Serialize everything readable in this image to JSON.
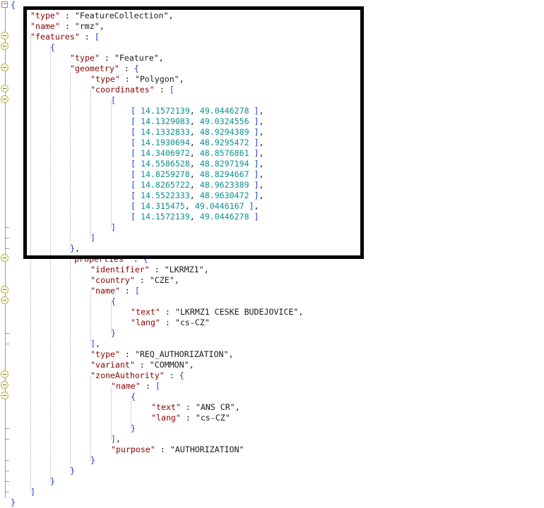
{
  "document": {
    "type_key": "\"type\"",
    "type_value": "\"FeatureCollection\"",
    "name_key": "\"name\"",
    "name_value": "\"rmz\"",
    "features_key": "\"features\"",
    "feature": {
      "type_key": "\"type\"",
      "type_value": "\"Feature\"",
      "geometry_key": "\"geometry\"",
      "geometry_type_key": "\"type\"",
      "geometry_type_value": "\"Polygon\"",
      "coordinates_key": "\"coordinates\"",
      "coordinates": [
        [
          "14.1572139",
          "49.0446278"
        ],
        [
          "14.1329083",
          "49.0324556"
        ],
        [
          "14.1332833",
          "48.9294389"
        ],
        [
          "14.1930694",
          "48.9295472"
        ],
        [
          "14.3406972",
          "48.8576861"
        ],
        [
          "14.5586528",
          "48.8297194"
        ],
        [
          "14.8259278",
          "48.8294667"
        ],
        [
          "14.8265722",
          "48.9623389"
        ],
        [
          "14.5522333",
          "48.9630472"
        ],
        [
          "14.315475",
          "49.0446167"
        ],
        [
          "14.1572139",
          "49.0446278"
        ]
      ],
      "properties_key": "properties\"",
      "identifier_key": "\"identifier\"",
      "identifier_value": "\"LKRMZ1\"",
      "country_key": "\"country\"",
      "country_value": "\"CZE\"",
      "name_key": "\"name\"",
      "name_text_key": "\"text\"",
      "name_text_value": "\"LKRMZ1 CESKE BUDEJOVICE\"",
      "name_lang_key": "\"lang\"",
      "name_lang_value": "\"cs-CZ\"",
      "type_key2": "\"type\"",
      "type_value2": "\"REQ_AUTHORIZATION\"",
      "variant_key": "\"variant\"",
      "variant_value": "\"COMMON\"",
      "zone_authority_key": "\"zoneAuthority\"",
      "za_name_key": "\"name\"",
      "za_text_key": "\"text\"",
      "za_text_value": "\"ANS CR\"",
      "za_lang_key": "\"lang\"",
      "za_lang_value": "\"cs-CZ\"",
      "purpose_key": "\"purpose\"",
      "purpose_value": "\"AUTHORIZATION\""
    }
  },
  "colors": {
    "key": "#8b0000",
    "number": "#0d8f8f",
    "bracket": "#1f3fd0",
    "highlight_border": "#000000"
  }
}
